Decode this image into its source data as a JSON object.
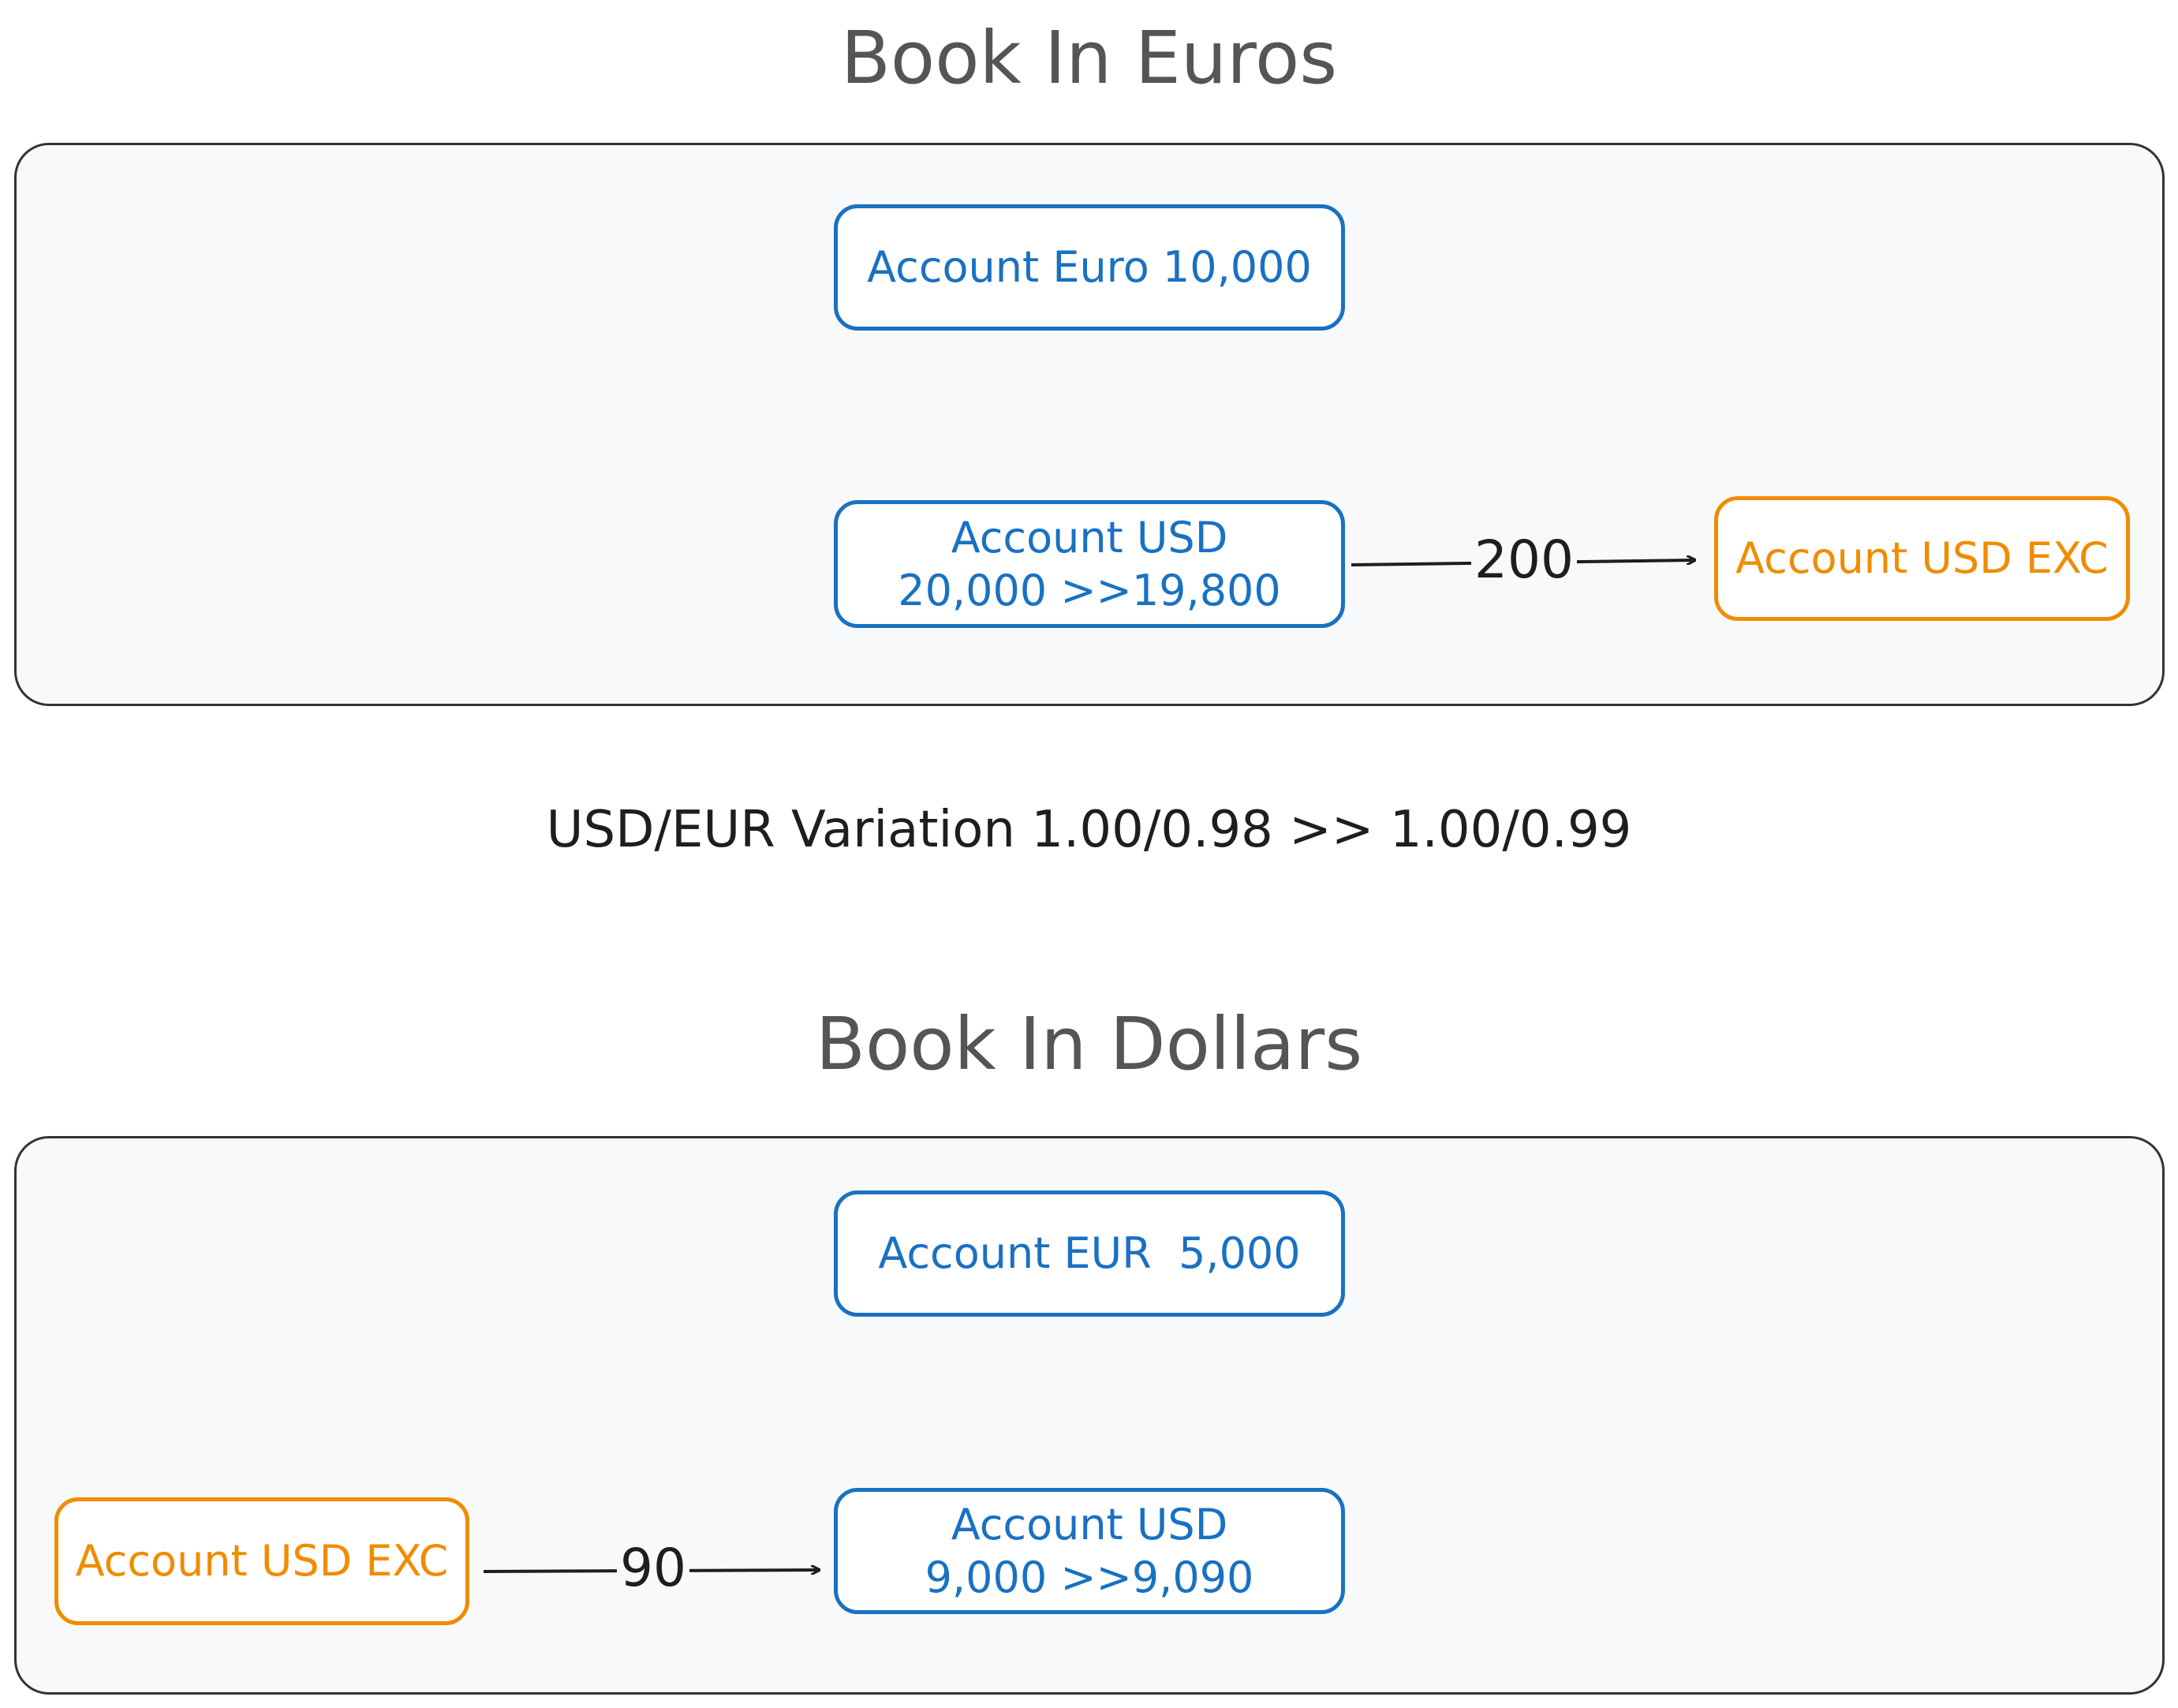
{
  "colors": {
    "blue": "#1971c2",
    "orange": "#f08c00",
    "group_bg": "#f8f9fa",
    "title": "#555555",
    "text": "#1e1e1e"
  },
  "book_euros": {
    "title": "Book In Euros",
    "account_euro": "Account Euro 10,000",
    "account_usd_line1": "Account USD",
    "account_usd_line2": "20,000 >>19,800",
    "arrow_label": "200",
    "account_usd_exc": "Account USD EXC"
  },
  "variation": "USD/EUR Variation 1.00/0.98 >> 1.00/0.99",
  "book_dollars": {
    "title": "Book In Dollars",
    "account_eur": "Account EUR  5,000",
    "account_usd_line1": "Account USD",
    "account_usd_line2": "9,000 >>9,090",
    "arrow_label": "90",
    "account_usd_exc": "Account USD EXC"
  }
}
